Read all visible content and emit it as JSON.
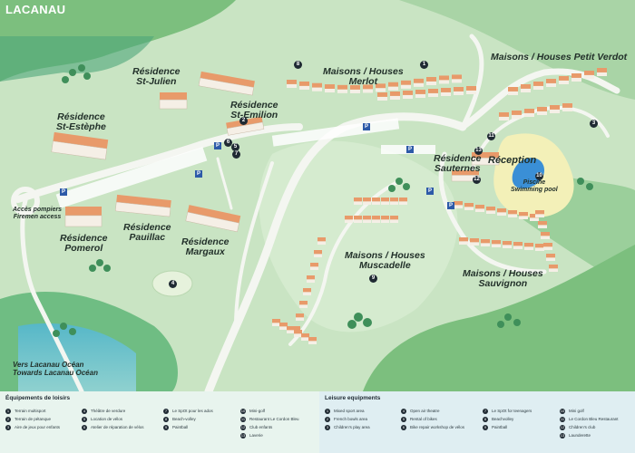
{
  "title": "LACANAU",
  "residences": [
    {
      "key": "st_julien",
      "lines": [
        "Résidence",
        "St-Julien"
      ]
    },
    {
      "key": "st_emilion",
      "lines": [
        "Résidence",
        "St-Emilion"
      ]
    },
    {
      "key": "st_estephe",
      "lines": [
        "Résidence",
        "St-Estèphe"
      ]
    },
    {
      "key": "pomerol",
      "lines": [
        "Résidence",
        "Pomerol"
      ]
    },
    {
      "key": "pauillac",
      "lines": [
        "Résidence",
        "Pauillac"
      ]
    },
    {
      "key": "margaux",
      "lines": [
        "Résidence",
        "Margaux"
      ]
    },
    {
      "key": "sauternes",
      "lines": [
        "Résidence",
        "Sauternes"
      ]
    }
  ],
  "houses": [
    {
      "key": "merlot",
      "lines": [
        "Maisons / Houses",
        "Merlot"
      ]
    },
    {
      "key": "petit_verdot",
      "lines": [
        "Maisons / Houses Petit Verdot"
      ]
    },
    {
      "key": "muscadelle",
      "lines": [
        "Maisons / Houses",
        "Muscadelle"
      ]
    },
    {
      "key": "sauvignon",
      "lines": [
        "Maisons / Houses",
        "Sauvignon"
      ]
    }
  ],
  "reception": "Réception",
  "pool": [
    "Piscine",
    "Swimming pool"
  ],
  "firemen": [
    "Accès pompiers",
    "Firemen access"
  ],
  "ocean": [
    "Vers Lacanau Océan",
    "Towards Lacanau Océan"
  ],
  "pins": [
    "1",
    "2",
    "3",
    "4",
    "5",
    "6",
    "7",
    "8",
    "9",
    "10",
    "11",
    "12",
    "13"
  ],
  "parking": "P",
  "legend": {
    "fr_title": "Équipements de loisirs",
    "en_title": "Leisure equipments",
    "fr_items": [
      "Terrain multisport",
      "Terrain de pétanque",
      "Aire de jeux pour enfants",
      "Théâtre de verdure",
      "Location de vélos",
      "Atelier de réparation de vélos",
      "Le SpOt pour les ados",
      "Beach-volley",
      "Paintball",
      "Mini-golf",
      "Restaurant Le Cordon Bleu",
      "Club enfants",
      "Laverie"
    ],
    "en_items": [
      "Mixed sport area",
      "French bowls area",
      "Children's play area",
      "Open air theatre",
      "Rental of bikes",
      "Bike repair workshop de vélos",
      "Le SpOt for teenagers",
      "Beachvolley",
      "Paintball",
      "Mini golf",
      "Le Cordon Bleu Restaurant",
      "Children's club",
      "Launderette"
    ]
  },
  "colors": {
    "land": "#c9e4c3",
    "forest": "#7cbf7e",
    "road": "#f4f6f1",
    "roof": "#e89a6a",
    "wall": "#f5efe6",
    "pool": "#3a8fd6",
    "label": "#22302a"
  }
}
